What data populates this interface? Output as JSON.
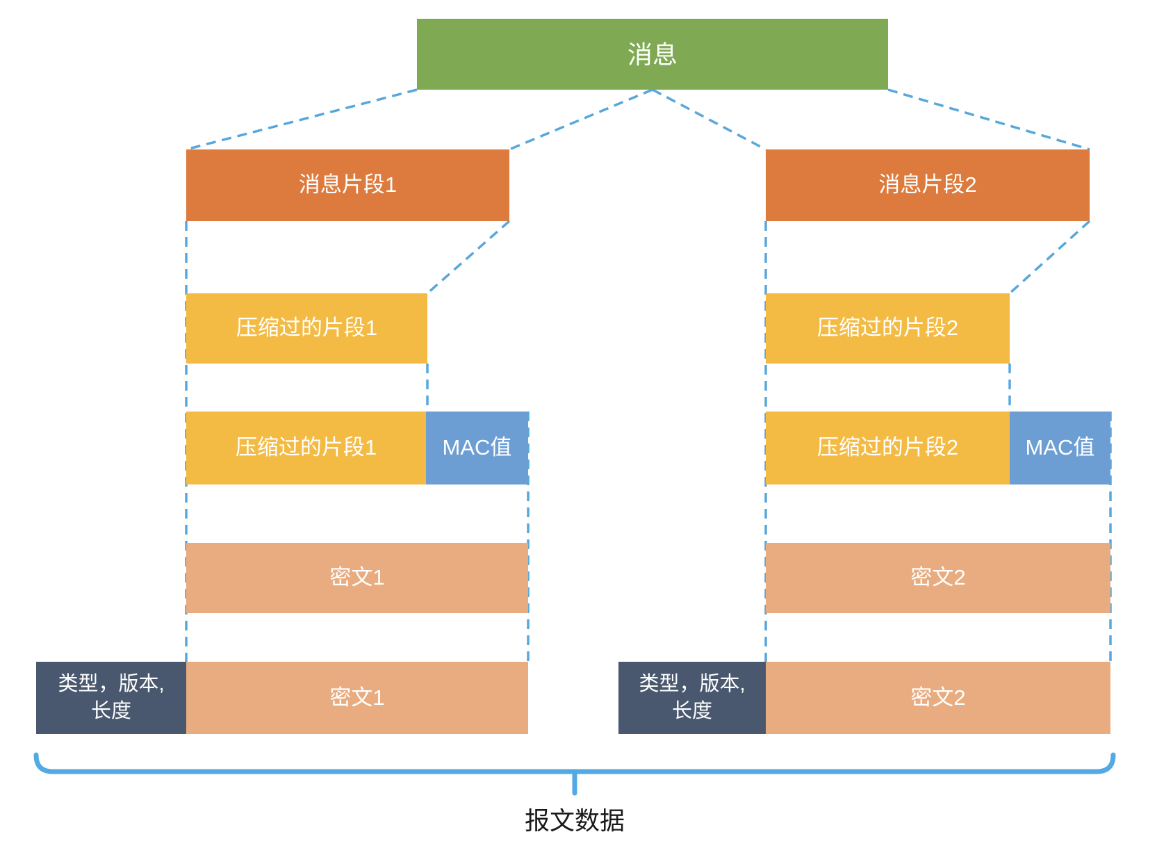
{
  "colors": {
    "green": "#7FA953",
    "orange": "#DC7B3D",
    "yellow": "#F3BB44",
    "blue": "#6C9ED3",
    "salmon": "#E8AC80",
    "slate": "#49586F",
    "dash": "#58A7DC",
    "brace": "#53A9E3",
    "labeltext": "#1A1A1A"
  },
  "nodes": {
    "message": "消息",
    "fragment1": "消息片段1",
    "fragment2": "消息片段2",
    "compressed1": "压缩过的片段1",
    "compressed2": "压缩过的片段2",
    "mac": "MAC值",
    "cipher1": "密文1",
    "cipher2": "密文2",
    "header_line1": "类型，版本,",
    "header_line2": "长度",
    "brace_label": "报文数据"
  }
}
